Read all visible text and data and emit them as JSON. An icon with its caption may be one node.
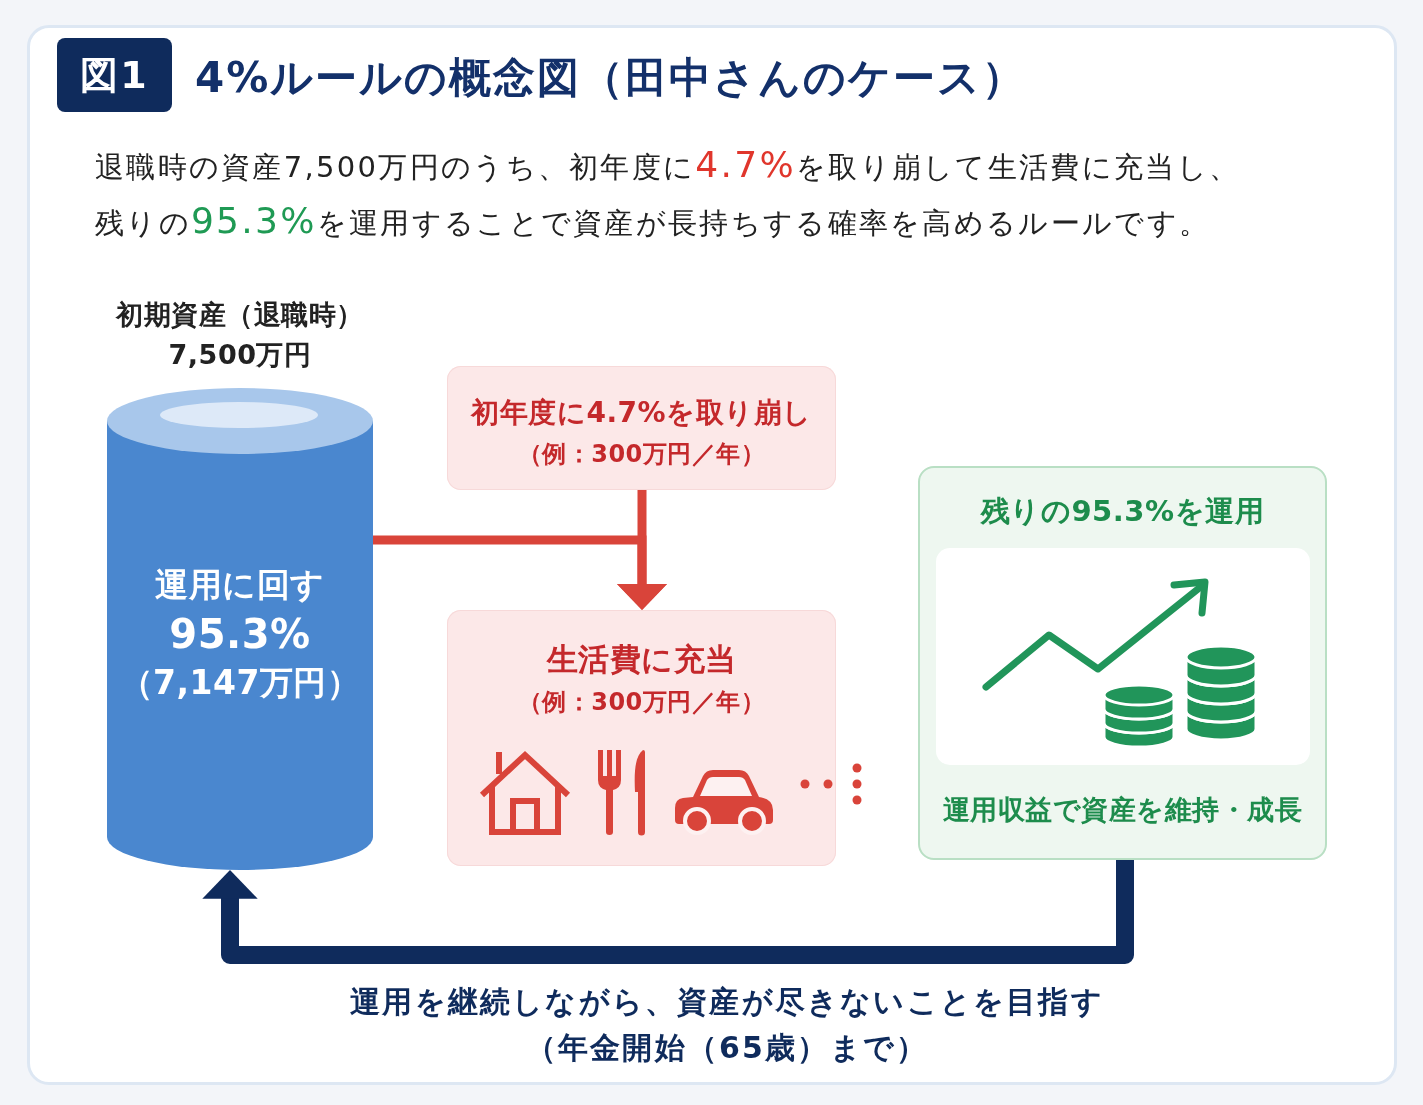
{
  "diagram": {
    "title": "4%ルールの概念図（田中さんのケース）",
    "nodes": [
      {
        "text": [
          "初期資産（退職時）",
          "7,500万円",
          "運用に回す",
          "95.3%",
          "（7,147万円）"
        ]
      },
      {
        "text": [
          "初年度に4.7%を取り崩し",
          "（例：300万円／年）"
        ]
      },
      {
        "text": [
          "生活費に充当",
          "（例：300万円／年）"
        ]
      },
      {
        "text": [
          "残りの95.3%を運用",
          "運用収益で資産を維持・成長"
        ]
      }
    ],
    "edges": [
      {
        "from": 0,
        "to": 2,
        "arrow": "to"
      },
      {
        "from": 1,
        "to": 2,
        "arrow": "to"
      },
      {
        "from": 3,
        "to": 0,
        "arrow": "to",
        "label": "運用を継続しながら、資産が尽きないことを目指す（年金開始（65歳）まで）",
        "style": "thick",
        "color": "#0f2b5c"
      }
    ],
    "labels": [
      "図1",
      "退職時の資産7,500万円のうち、初年度に**4.7%**を取り崩して生活費に充当し、残りの**95.3%**を運用することで資産が長持ちする確率を高めるルールです。"
    ]
  }
}
